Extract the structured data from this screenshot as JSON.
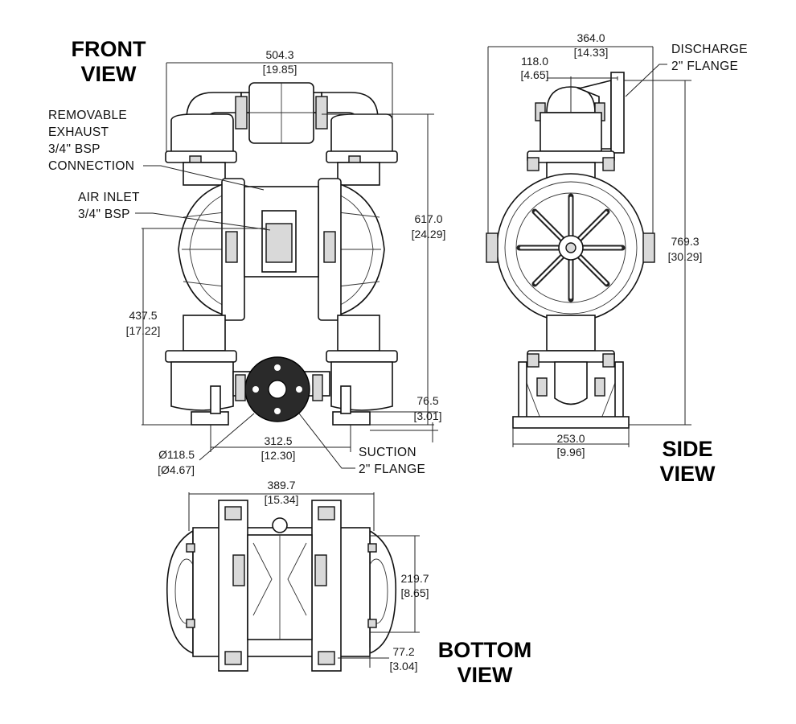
{
  "views": {
    "front": {
      "title_line1": "FRONT",
      "title_line2": "VIEW"
    },
    "side": {
      "title_line1": "SIDE",
      "title_line2": "VIEW"
    },
    "bottom": {
      "title_line1": "BOTTOM",
      "title_line2": "VIEW"
    }
  },
  "callouts": {
    "exhaust": [
      "REMOVABLE",
      "EXHAUST",
      "3/4\" BSP",
      "CONNECTION"
    ],
    "air_inlet": [
      "AIR INLET",
      "3/4\" BSP"
    ],
    "suction": [
      "SUCTION",
      "2\" FLANGE"
    ],
    "discharge": [
      "DISCHARGE",
      "2\" FLANGE"
    ]
  },
  "dimensions": {
    "front_width": {
      "mm": "504.3",
      "in": "[19.85]"
    },
    "front_height": {
      "mm": "617.0",
      "in": "[24.29]"
    },
    "inlet_height": {
      "mm": "437.5",
      "in": "[17.22]"
    },
    "base_offset": {
      "mm": "76.5",
      "in": "[3.01]"
    },
    "flange_diameter": {
      "mm": "Ø118.5",
      "in": "[Ø4.67]"
    },
    "mount_spacing": {
      "mm": "312.5",
      "in": "[12.30]"
    },
    "side_width": {
      "mm": "364.0",
      "in": "[14.33]"
    },
    "discharge_offset": {
      "mm": "118.0",
      "in": "[4.65]"
    },
    "side_height": {
      "mm": "769.3",
      "in": "[30.29]"
    },
    "side_base": {
      "mm": "253.0",
      "in": "[9.96]"
    },
    "bottom_width": {
      "mm": "389.7",
      "in": "[15.34]"
    },
    "bottom_depth": {
      "mm": "219.7",
      "in": "[8.65]"
    },
    "bottom_edge": {
      "mm": "77.2",
      "in": "[3.04]"
    }
  }
}
